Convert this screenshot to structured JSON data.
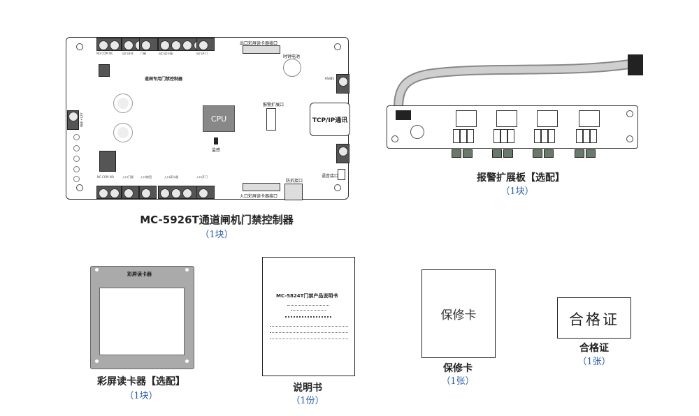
{
  "controller": {
    "caption": "MC-5926T通道闸机门禁控制器",
    "qty": "（1块）",
    "board_title": "道闸专用门禁控制器",
    "cpu_label": "CPU",
    "top_port_label": "出口彩屏读卡器接口",
    "bottom_port_label": "入口彩屏读卡器接口",
    "clock_battery_label": "时钟电池",
    "alarm_ext_label": "报警扩展口",
    "tcp_label": "TCP/IP通讯",
    "voice_label": "语音接口",
    "debug_label": "防拆接口",
    "monitor_label": "监感",
    "rs485_label": "RS485",
    "power_label": "电源 +12V",
    "top_terminal_labels": [
      "NO COM NC",
      "出口开关",
      "门磁",
      "出口读卡器",
      "出口开门"
    ],
    "bottom_terminal_labels": [
      "NC COM NO",
      "入口门磁",
      "入口按钮",
      "入口读卡器",
      "入口开门"
    ]
  },
  "alarm_board": {
    "caption": "报警扩展板【选配】",
    "qty": "（1块）"
  },
  "reader": {
    "title": "彩屏读卡器",
    "caption": "彩屏读卡器【选配】",
    "qty": "（1块）"
  },
  "manual": {
    "title": "MC-5824T门禁产品说明书",
    "caption": "说明书",
    "qty": "（1份）"
  },
  "warranty": {
    "card_text": "保修卡",
    "caption": "保修卡",
    "qty": "（1张）"
  },
  "certificate": {
    "card_text": "合格证",
    "caption": "合格证",
    "qty": "（1张）"
  },
  "colors": {
    "line": "#333333",
    "terminal": "#555555",
    "qty_text": "#2a5ea8",
    "reader_frame": "#aaaaaa"
  }
}
